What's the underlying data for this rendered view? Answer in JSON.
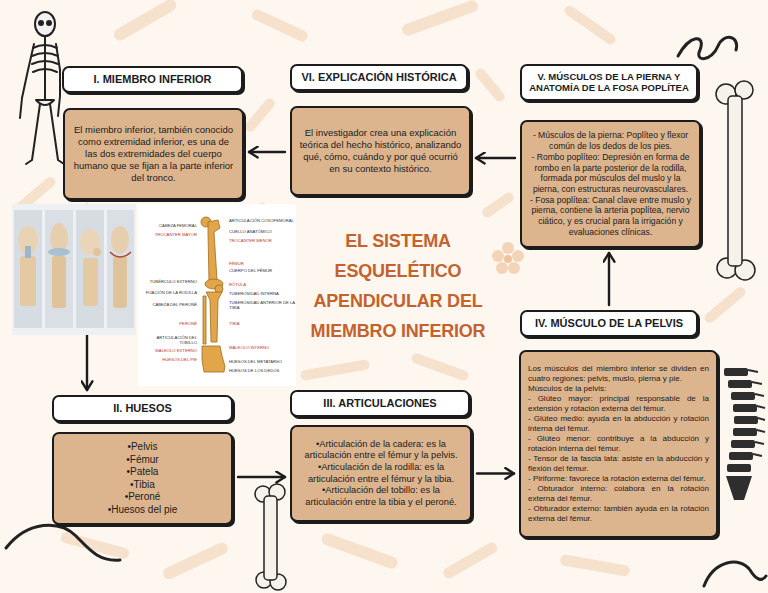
{
  "diagram": {
    "title": "EL SISTEMA ESQUELÉTICO APENDICULAR DEL MIEMBRO INFERIOR",
    "nodes": [
      {
        "text": [
          "I. MIEMBRO INFERIOR"
        ]
      },
      {
        "text": [
          "El miembro inferior, también conocido como extremidad inferior, es una de las dos extremidades del cuerpo humano que se fijan a la parte inferior del tronco."
        ]
      },
      {
        "text": [
          "VI. EXPLICACIÓN HISTÓRICA"
        ]
      },
      {
        "text": [
          "El investigador crea una explicación teórica del hecho histórico, analizando qué, cómo, cuándo y por qué ocurrió en su contexto histórico."
        ]
      },
      {
        "text": [
          "V. MÚSCULOS DE LA PIERNA Y ANATOMÍA DE LA FOSA POPLÍTEA"
        ]
      },
      {
        "text": [
          "- Músculos de la pierna: Poplíteo y flexor común de los dedos de los pies.",
          "- Rombo poplíteo: Depresión en forma de rombo en la parte posterior de la rodilla, formada por músculos del muslo y la pierna, con estructuras neurovasculares.",
          "- Fosa poplítea: Canal clave entre muslo y pierna, contiene la arteria poplítea, nervio ciático, y es crucial para la irrigación y evaluaciones clínicas."
        ]
      },
      {
        "text": [
          "IV. MÚSCULO DE LA PELVIS"
        ]
      },
      {
        "text": [
          "Los músculos del miembro inferior se dividen en cuatro regiones: pelvis, muslo, pierna y pie.",
          "Músculos de la pelvis:",
          "- Glúteo mayor: principal responsable de la extensión y rotación externa del fémur.",
          "- Glúteo medio: ayuda en la abducción y rotación interna del fémur.",
          "- Glúteo menor: contribuye a la abducción y rotación interna del fémur.",
          "- Tensor de la fascia lata: asiste en la abducción y flexión del fémur.",
          "- Piriforme: favorece la rotación externa del fémur.",
          "- Obturador interno: colabora en la rotación externa del fémur.",
          "- Obturador externo: también ayuda en la rotación externa del fémur."
        ]
      },
      {
        "text": [
          "II. HUESOS"
        ]
      },
      {
        "text": [
          "•Pelvis",
          "•Fémur",
          "•Patela",
          "•Tibia",
          "•Peroné",
          "•Huesos del pie"
        ]
      },
      {
        "text": [
          "III. ARTICULACIONES"
        ]
      },
      {
        "text": [
          "•Articulación de la cadera: es la articulación entre el fémur y la pelvis.",
          "•Articulación de la rodilla: es la articulación entre el fémur y la tibia.",
          "•Articulación del tobillo: es la articulación entre la tibia y el peroné."
        ]
      }
    ],
    "edges": [
      {
        "from": 3,
        "to": 1,
        "arrow": "to"
      },
      {
        "from": 5,
        "to": 3,
        "arrow": "to"
      },
      {
        "from": 6,
        "to": 5,
        "arrow": "to"
      },
      {
        "from": 11,
        "to": 7,
        "arrow": "to"
      },
      {
        "from": 9,
        "to": 11,
        "arrow": "to"
      },
      {
        "from": 1,
        "to": 8,
        "arrow": "to"
      }
    ],
    "labels": [
      "CABEZA FEMORAL",
      "TROCÁNTER MAYOR",
      "TUBÉRCULO EXTERNO",
      "FIJACIÓN DE LA RODILLA",
      "CABEZA DEL PERONÉ",
      "PERONÉ",
      "ARTICULACIÓN DEL TOBILLO",
      "MALEOLO EXTERNO",
      "HUESOS DEL PIE",
      "ARTICULACIÓN COXOFEMORAL",
      "CUELLO ANATÓMICO",
      "TROCÁNTER MENOR",
      "FÉMUR",
      "CUERPO DEL FÉMUR",
      "RÓTULA",
      "TUBEROSIDAD INTERNA",
      "TUBEROSIDAD ANTERIOR DE LA TIBIA",
      "TIBIA",
      "MALEOLO INTERNO",
      "HUESOS DEL METATARSO",
      "HUESOS DE LOS DEDOS"
    ]
  }
}
